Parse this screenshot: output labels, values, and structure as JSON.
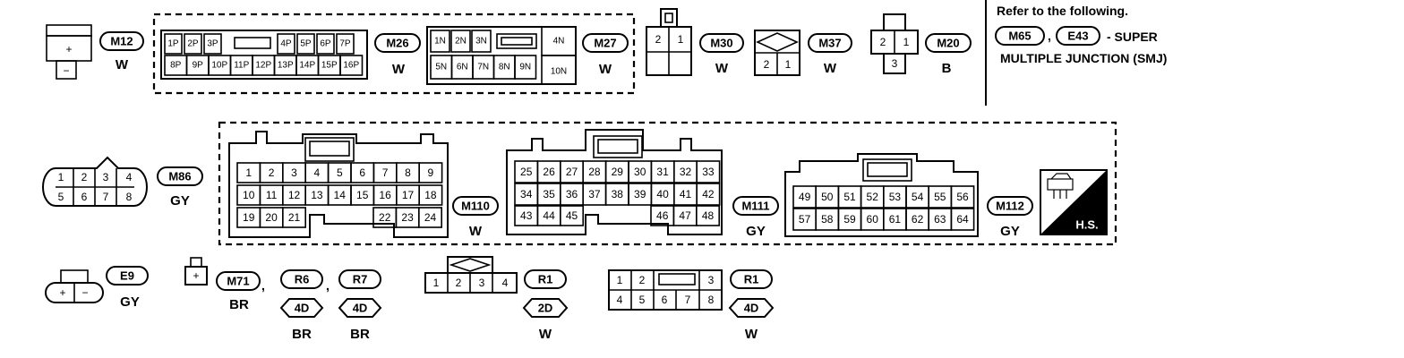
{
  "note": {
    "line1": "Refer to the following.",
    "tag1": "M65",
    "comma": ",",
    "tag2": "E43",
    "line2_suffix": "- SUPER",
    "line3": "MULTIPLE JUNCTION (SMJ)"
  },
  "connectors": {
    "m12": {
      "id": "M12",
      "color": "W",
      "pins": [
        "+",
        "−"
      ]
    },
    "m26": {
      "id": "M26",
      "color": "W",
      "top": [
        "1P",
        "2P",
        "3P",
        "4P",
        "5P",
        "6P",
        "7P"
      ],
      "bottom": [
        "8P",
        "9P",
        "10P",
        "11P",
        "12P",
        "13P",
        "14P",
        "15P",
        "16P"
      ]
    },
    "m27": {
      "id": "M27",
      "color": "W",
      "top": [
        "1N",
        "2N",
        "3N",
        "4N"
      ],
      "bottom": [
        "5N",
        "6N",
        "7N",
        "8N",
        "9N",
        "10N"
      ]
    },
    "m30": {
      "id": "M30",
      "color": "W",
      "pins": [
        "2",
        "1"
      ]
    },
    "m37": {
      "id": "M37",
      "color": "W",
      "pins": [
        "2",
        "1"
      ]
    },
    "m20": {
      "id": "M20",
      "color": "B",
      "pins": [
        "2",
        "1",
        "3"
      ]
    },
    "m86": {
      "id": "M86",
      "color": "GY",
      "top": [
        "1",
        "2",
        "3",
        "4"
      ],
      "bottom": [
        "5",
        "6",
        "7",
        "8"
      ]
    },
    "m110": {
      "id": "M110",
      "color": "W",
      "row1": [
        "1",
        "2",
        "3",
        "4",
        "5",
        "6",
        "7",
        "8",
        "9"
      ],
      "row2": [
        "10",
        "11",
        "12",
        "13",
        "14",
        "15",
        "16",
        "17",
        "18"
      ],
      "row3": [
        "19",
        "20",
        "21",
        "22",
        "23",
        "24"
      ]
    },
    "m111": {
      "id": "M111",
      "color": "GY",
      "row1": [
        "25",
        "26",
        "27",
        "28",
        "29",
        "30",
        "31",
        "32",
        "33"
      ],
      "row2": [
        "34",
        "35",
        "36",
        "37",
        "38",
        "39",
        "40",
        "41",
        "42"
      ],
      "row3": [
        "43",
        "44",
        "45",
        "46",
        "47",
        "48"
      ]
    },
    "m112": {
      "id": "M112",
      "color": "GY",
      "row1": [
        "49",
        "50",
        "51",
        "52",
        "53",
        "54",
        "55",
        "56"
      ],
      "row2": [
        "57",
        "58",
        "59",
        "60",
        "61",
        "62",
        "63",
        "64"
      ]
    },
    "hs": {
      "label": "H.S."
    },
    "e9": {
      "id": "E9",
      "color": "GY",
      "pins": [
        "+",
        "−"
      ]
    },
    "m71": {
      "id": "M71",
      "color": "BR",
      "pin": "+",
      "comma1": ",",
      "comma2": ",",
      "r6": "R6",
      "r6_sub": "4D",
      "r6_color": "BR",
      "r7": "R7",
      "r7_sub": "4D",
      "r7_color": "BR"
    },
    "r1a": {
      "id": "R1",
      "sub": "2D",
      "color": "W",
      "pins": [
        "1",
        "2",
        "3",
        "4"
      ]
    },
    "r1b": {
      "id": "R1",
      "sub": "4D",
      "color": "W",
      "top": [
        "1",
        "2",
        "3"
      ],
      "bottom": [
        "4",
        "5",
        "6",
        "7",
        "8"
      ]
    }
  }
}
